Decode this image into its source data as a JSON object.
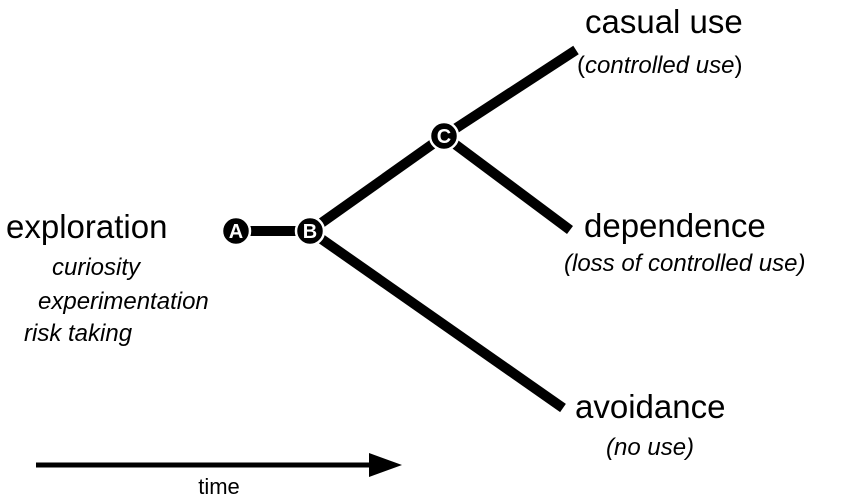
{
  "colors": {
    "line": "#000000",
    "node_fill": "#000000",
    "node_text": "#ffffff",
    "background": "#ffffff"
  },
  "nodes": {
    "a": "A",
    "b": "B",
    "c": "C"
  },
  "start": {
    "title": "exploration",
    "traits": [
      "curiosity",
      "experimentation",
      "risk taking"
    ]
  },
  "outcomes": {
    "casual": {
      "title": "casual use",
      "paren_open": "(",
      "detail": "controlled use",
      "paren_close": ")"
    },
    "dependence": {
      "title": "dependence",
      "detail": "(loss of controlled use)"
    },
    "avoidance": {
      "title": "avoidance",
      "detail": "(no use)"
    }
  },
  "axis": {
    "label": "time",
    "arrow_icon": "arrow-right-icon"
  }
}
